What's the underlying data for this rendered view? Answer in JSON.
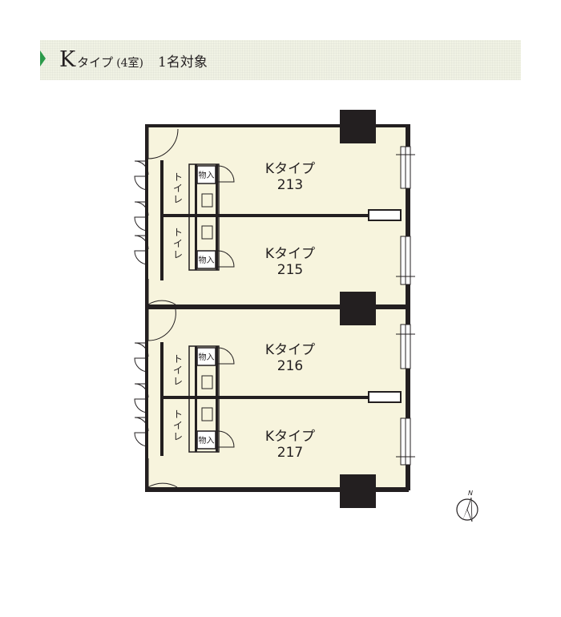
{
  "header": {
    "type_letter": "K",
    "type_word": "タイプ",
    "room_count": "(4室)",
    "target": "1名対象"
  },
  "rooms": [
    {
      "type": "Kタイプ",
      "number": "213"
    },
    {
      "type": "Kタイプ",
      "number": "215"
    },
    {
      "type": "Kタイプ",
      "number": "216"
    },
    {
      "type": "Kタイプ",
      "number": "217"
    }
  ],
  "toilet_chars": [
    "ト",
    "イ",
    "レ"
  ],
  "storage_label": "物入",
  "compass": {
    "label": "N"
  },
  "colors": {
    "floor": "#f7f4dd",
    "wall": "#231f20",
    "accent": "#2b9a4a",
    "header_band": "#f0f2e4"
  }
}
